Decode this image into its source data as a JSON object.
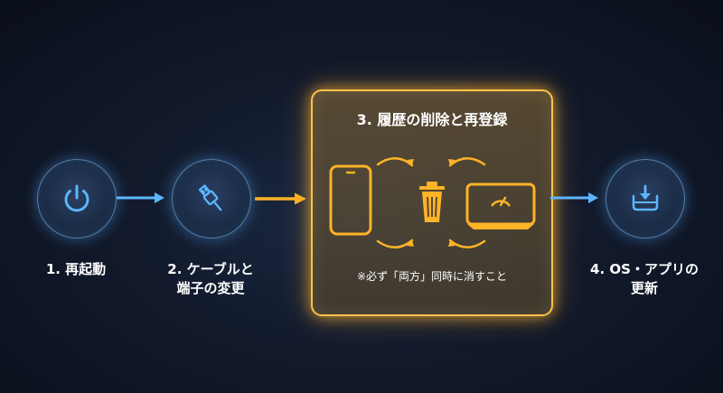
{
  "steps": [
    {
      "id": 1,
      "label_lines": [
        "1. 再起動"
      ],
      "icon": "power-icon"
    },
    {
      "id": 2,
      "label_lines": [
        "2. ケーブルと",
        "端子の変更"
      ],
      "icon": "usb-cable-icon"
    },
    {
      "id": 3,
      "title": "3. 履歴の削除と再登録",
      "note": "※必ず「両方」同時に消すこと",
      "icons": [
        "smartphone-icon",
        "trash-icon",
        "car-display-icon"
      ]
    },
    {
      "id": 4,
      "label_lines": [
        "4. OS・アプリの",
        "更新"
      ],
      "icon": "download-tray-icon"
    }
  ],
  "colors": {
    "blue_accent": "#5db6ff",
    "orange_accent": "#ffb327",
    "background": "#111a2b"
  }
}
